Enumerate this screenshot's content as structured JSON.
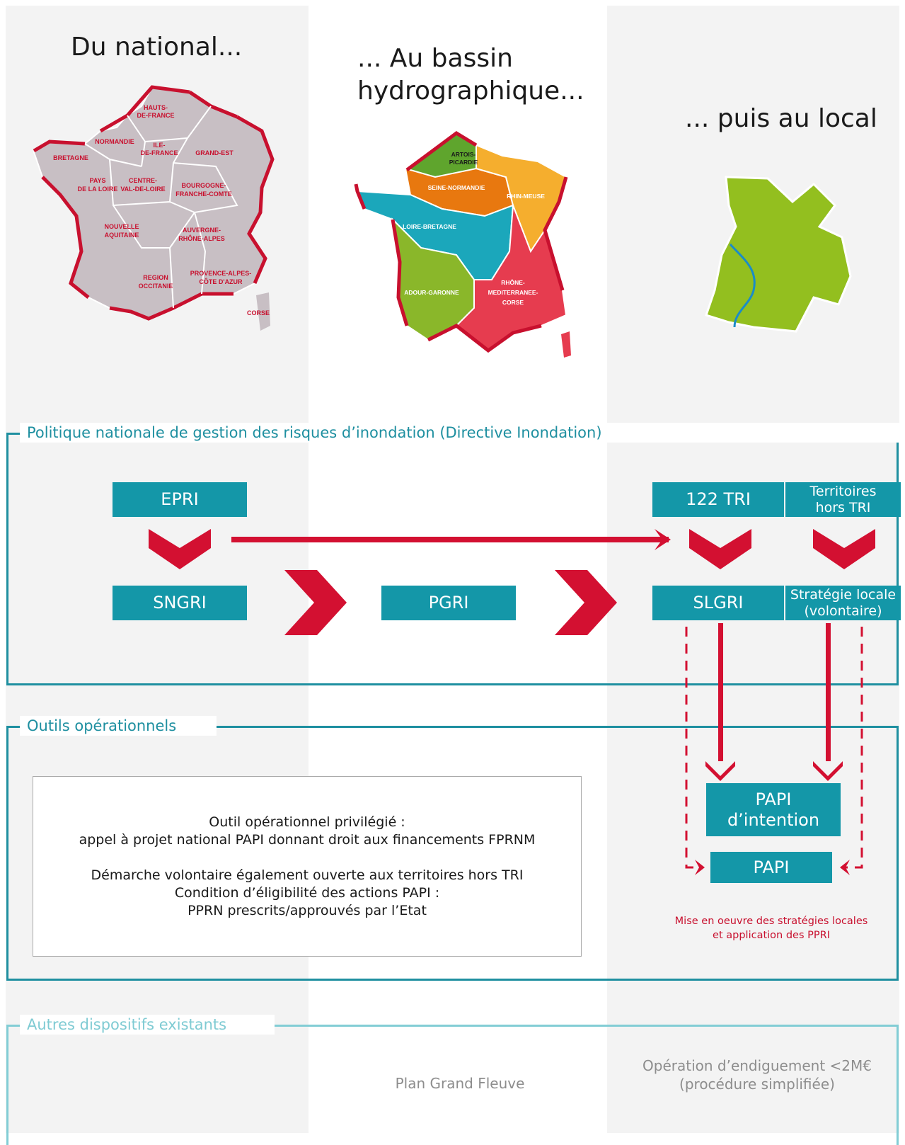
{
  "headings": {
    "national": "Du national...",
    "bassin_line1": "... Au bassin",
    "bassin_line2": "hydrographique...",
    "local": "... puis au local"
  },
  "regions": [
    "HAUTS-",
    "DE-FRANCE",
    "NORMANDIE",
    "ILE-",
    "DE-FRANCE",
    "GRAND-EST",
    "BRETAGNE",
    "PAYS",
    "DE LA LOIRE",
    "CENTRE-",
    "VAL-DE-LOIRE",
    "BOURGOGNE-",
    "FRANCHE-COMTE",
    "NOUVELLE",
    "AQUITAINE",
    "AUVERGNE-",
    "RHÔNE-ALPES",
    "REGION",
    "OCCITANIE",
    "PROVENCE-ALPES-",
    "CÔTE D'AZUR",
    "CORSE"
  ],
  "basins": [
    "ARTOIS-",
    "PICARDIE",
    "SEINE-NORMANDIE",
    "RHIN-MEUSE",
    "LOIRE-BRETAGNE",
    "ADOUR-GARONNE",
    "RHÔNE-",
    "MEDITERRANEE-",
    "CORSE"
  ],
  "sections": {
    "politique_title": "Politique nationale de gestion des risques d’inondation (Directive Inondation)",
    "outils_title": "Outils opérationnels",
    "autres_title": "Autres dispositifs existants"
  },
  "boxes": {
    "epri": "EPRI",
    "sngri": "SNGRI",
    "pgri": "PGRI",
    "tri": "122 TRI",
    "hors_line1": "Territoires",
    "hors_line2": "hors TRI",
    "slgri": "SLGRI",
    "strat_line1": "Stratégie locale",
    "strat_line2": "(volontaire)",
    "papi_intention_line1": "PAPI",
    "papi_intention_line2": "d’intention",
    "papi": "PAPI"
  },
  "info": {
    "line1": "Outil opérationnel privilégié :",
    "line2": "appel à projet national PAPI donnant droit aux financements FPRNM",
    "line3": "Démarche volontaire également ouverte aux territoires hors TRI",
    "line4": "Condition d’éligibilité des actions PAPI :",
    "line5": "PPRN prescrits/approuvés par l’Etat"
  },
  "red_note": {
    "line1": "Mise en oeuvre des stratégies locales",
    "line2": "et application des PPRI"
  },
  "autres": {
    "plan": "Plan Grand Fleuve",
    "op_line1": "Opération d’endiguement <2M€",
    "op_line2": "(procédure simplifiée)"
  },
  "colors": {
    "teal": "#1497a8",
    "red": "#c8102e",
    "light_teal": "#82cdd5",
    "region_fill": "#c8bfc4",
    "seine": "#e8780f",
    "rhin": "#f5ae2e",
    "loire": "#1ba7bb",
    "adour": "#8ab72a",
    "rhone": "#e63c4f",
    "artois": "#5fa52d",
    "local": "#93bf1f"
  }
}
